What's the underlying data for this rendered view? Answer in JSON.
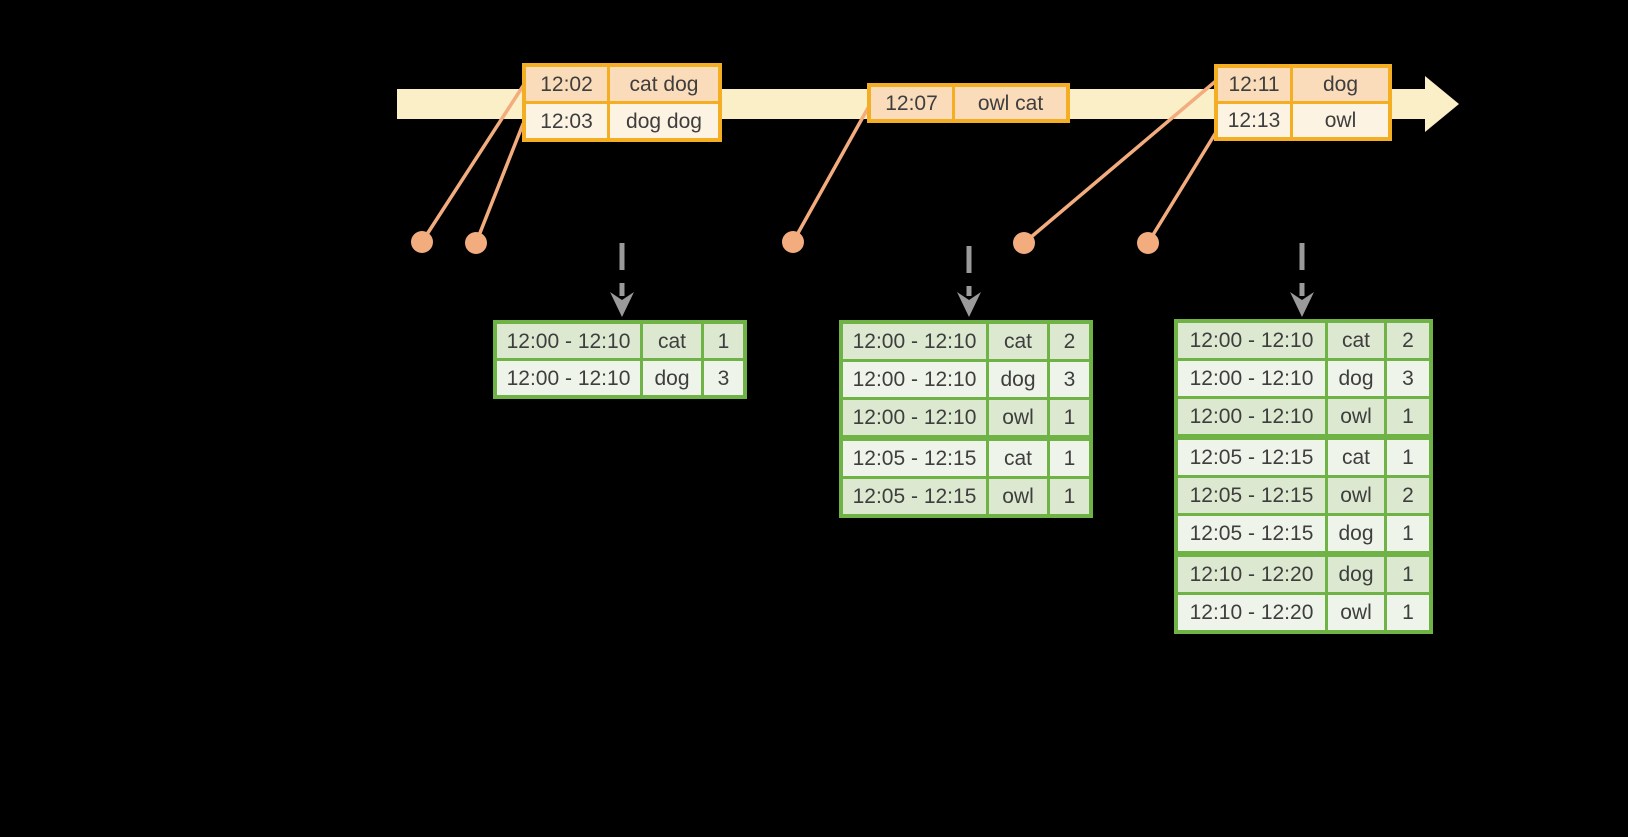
{
  "colors": {
    "background": "#000000",
    "timeline_fill": "#FBEFC8",
    "event_border": "#F3AE24",
    "event_row_dark": "#FADCBA",
    "event_row_light": "#FDF3E3",
    "dot_line": "#F2AC7E",
    "trigger_arrow": "#9A9A9A",
    "result_border": "#6FB347",
    "result_row_dark": "#DCE8D0",
    "result_row_light": "#EFF4EA",
    "text": "#3E3E3E"
  },
  "icons": {
    "timeline": "timeline-arrow",
    "event_marker": "event-dot",
    "connector": "connector-line",
    "trigger": "trigger-down-arrow"
  },
  "event_tables": [
    {
      "rows": [
        {
          "time": "12:02",
          "words": "cat dog"
        },
        {
          "time": "12:03",
          "words": "dog dog"
        }
      ]
    },
    {
      "rows": [
        {
          "time": "12:07",
          "words": "owl cat"
        }
      ]
    },
    {
      "rows": [
        {
          "time": "12:11",
          "words": "dog"
        },
        {
          "time": "12:13",
          "words": "owl"
        }
      ]
    }
  ],
  "result_tables": [
    {
      "rows": [
        {
          "window": "12:00 - 12:10",
          "word": "cat",
          "count": "1"
        },
        {
          "window": "12:00 - 12:10",
          "word": "dog",
          "count": "3"
        }
      ]
    },
    {
      "rows": [
        {
          "window": "12:00 - 12:10",
          "word": "cat",
          "count": "2"
        },
        {
          "window": "12:00 - 12:10",
          "word": "dog",
          "count": "3"
        },
        {
          "window": "12:00 - 12:10",
          "word": "owl",
          "count": "1"
        },
        {
          "window": "12:05 - 12:15",
          "word": "cat",
          "count": "1"
        },
        {
          "window": "12:05 - 12:15",
          "word": "owl",
          "count": "1"
        }
      ]
    },
    {
      "rows": [
        {
          "window": "12:00 - 12:10",
          "word": "cat",
          "count": "2"
        },
        {
          "window": "12:00 - 12:10",
          "word": "dog",
          "count": "3"
        },
        {
          "window": "12:00 - 12:10",
          "word": "owl",
          "count": "1"
        },
        {
          "window": "12:05 - 12:15",
          "word": "cat",
          "count": "1"
        },
        {
          "window": "12:05 - 12:15",
          "word": "owl",
          "count": "2"
        },
        {
          "window": "12:05 - 12:15",
          "word": "dog",
          "count": "1"
        },
        {
          "window": "12:10 - 12:20",
          "word": "dog",
          "count": "1"
        },
        {
          "window": "12:10 - 12:20",
          "word": "owl",
          "count": "1"
        }
      ]
    }
  ]
}
